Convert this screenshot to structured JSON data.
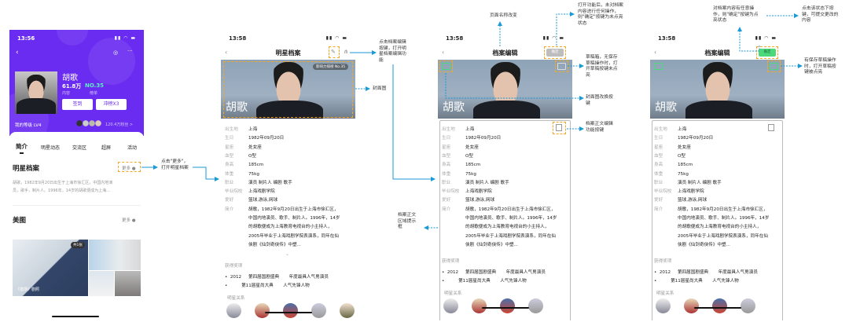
{
  "phone1": {
    "time": "13:56",
    "name": "胡歌",
    "content_count": "61.8万",
    "content_label": "内容",
    "rank": "NO.35",
    "rank_label": "榜单",
    "checkin": "签到",
    "boost": "冲榜X3",
    "level": "我的等级 LV4",
    "fans": "120.4万粉丝 >",
    "tabs": [
      "简介",
      "明星动态",
      "交流区",
      "超屏",
      "活动"
    ],
    "profile_title": "明星档案",
    "more": "更多",
    "bio_line1": "胡歌，1982年9月20日出生于上海市徐汇区，中国内地演",
    "bio_line2": "员，歌手，制片人。1996年，14岁的胡歌便成为上海...",
    "gallery_title": "美图",
    "gallery_more": "更多",
    "gallery_count": "共1张",
    "gallery_caption": "《猎场》剧照"
  },
  "profile": {
    "time": "13:58",
    "view_title": "明星档案",
    "edit_title": "档案编辑",
    "confirm": "确定",
    "badge": "影响力排榜 No.35",
    "name": "胡歌",
    "rows": [
      {
        "k": "出生地",
        "v": "上海"
      },
      {
        "k": "生日",
        "v": "1982年09月20日"
      },
      {
        "k": "星座",
        "v": "处女座"
      },
      {
        "k": "血型",
        "v": "O型"
      },
      {
        "k": "身高",
        "v": "185cm"
      },
      {
        "k": "体重",
        "v": "75kg"
      },
      {
        "k": "职业",
        "v": "演员 制片人 编剧 歌手"
      },
      {
        "k": "毕业院校",
        "v": "上海戏剧学院"
      },
      {
        "k": "爱好",
        "v": "篮球,游泳,网球"
      },
      {
        "k": "简介",
        "v": "胡歌，1982年9月20日出生于上海市徐汇区，"
      }
    ],
    "bio_more": [
      "中国内地演员、歌手、制片人。1996年，14岁",
      "的胡歌便成为上海教育电视台的小主持人，",
      "2005年毕业于上海戏剧学院表演系，同年在仙",
      "侠剧《仙剑奇侠传》中塑..."
    ],
    "awards_title": "获得奖项",
    "awards": [
      "•  2012     第四届国剧盛典       年度最具人气男演员",
      "•          第11届星尚大典       人气先锋人物"
    ],
    "relations_title": "明星关系"
  },
  "annotations": {
    "a1": "点击\"更多\"，\n打开明星档案",
    "a2": "点击档案编辑\n按键，打开明\n星档案编辑功\n能",
    "a3": "封面图",
    "a4": "页面名称改变",
    "a5": "打开功能后，未对档案\n内容进行任何操作，\n则\"确定\"按键为未点亮\n状态",
    "a6": "草稿箱，无保存\n草稿操作时，打\n开草稿按键未点\n亮",
    "a7": "封面图改换按\n键",
    "a8": "档案正文编辑\n功能按键",
    "a9": "档案正文\n区域提示\n框",
    "a10": "对档案内容有任意操\n作，则\"确定\"按键为点\n亮状态",
    "a11": "点击该状态下按\n键，可提交更改的\n内容",
    "a12": "有保存草稿操作\n时，打开草稿按\n键被点亮"
  },
  "colors": {
    "brand_purple": "#6a2cf0",
    "highlight_orange": "#f5a623",
    "arrow_blue": "#1a9ad6",
    "confirm_active": "#4cd97b",
    "confirm_inactive": "#bdbdbd"
  }
}
